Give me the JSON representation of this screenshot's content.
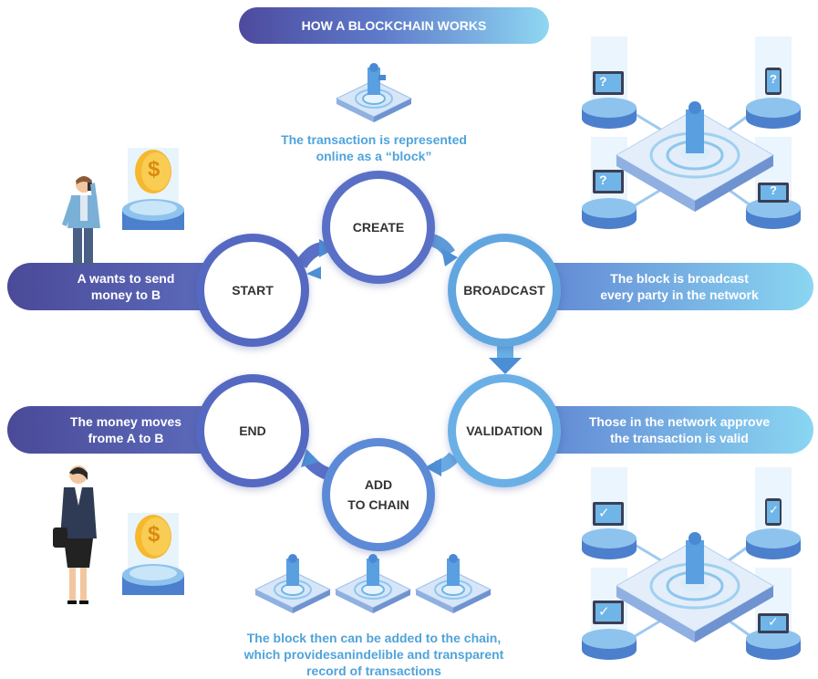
{
  "title": "HOW A BLOCKCHAIN WORKS",
  "nodes": {
    "start": "START",
    "create": "CREATE",
    "broadcast": "BROADCAST",
    "validation": "VALIDATION",
    "add_to_chain": "ADD\nTO CHAIN",
    "end": "END"
  },
  "descriptions": {
    "start": "A wants to send\nmoney to B",
    "broadcast": "The block is broadcast\nevery party in the network",
    "validation": "Those in the network approve\nthe transaction is valid",
    "end": "The money moves\nfrome A to B"
  },
  "captions": {
    "create": "The transaction is represented\nonline as a “block”",
    "chain": "The block then can be added to the chain,\nwhich providesanindelible and transparent\nrecord of transactions"
  },
  "icons": {
    "coin_symbol": "$",
    "question_mark": "?",
    "check_mark": "✓"
  },
  "colors": {
    "dark_indigo": "#4a4a98",
    "sky_blue": "#8ad6f2",
    "caption_blue": "#4fa3db",
    "coin_gold": "#f5b82e"
  }
}
